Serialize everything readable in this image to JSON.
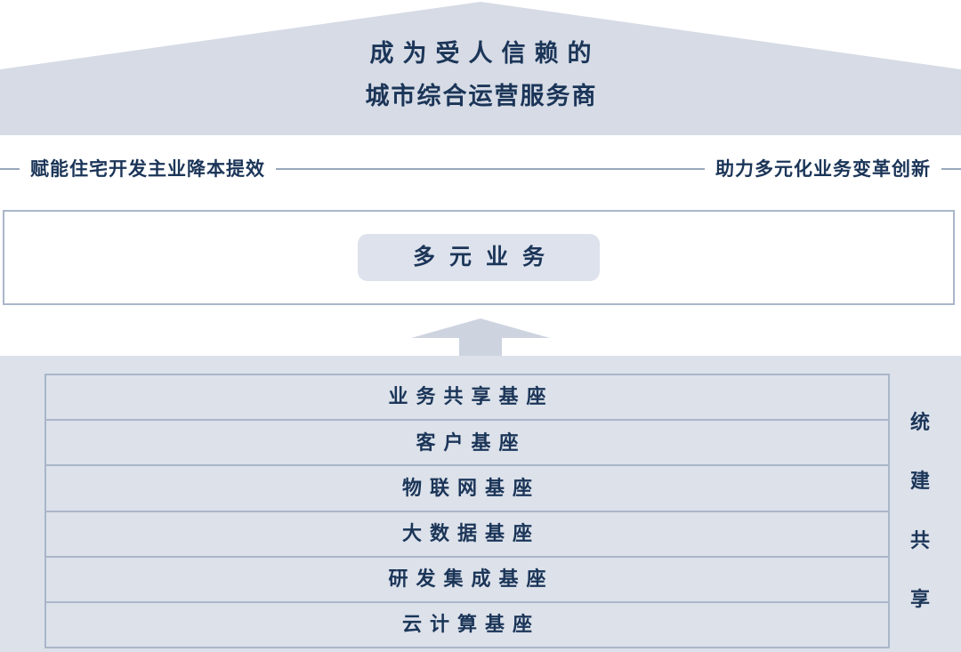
{
  "roof": {
    "title_line_1": "成为受人信赖的",
    "title_line_2": "城市综合运营服务商",
    "fill_color": "#d6dbe5"
  },
  "slogan_band": {
    "left_text": "赋能住宅开发主业降本提效",
    "right_text": "助力多元化业务变革创新",
    "rule_color": "#9aa8bd"
  },
  "middle_box": {
    "pill_label": "多元业务",
    "border_color": "#aab6c9",
    "pill_fill": "#dde2ec"
  },
  "arrow": {
    "name": "up-arrow",
    "fill_color": "#cdd4e0"
  },
  "foundation": {
    "background_color": "#dce1ea",
    "border_color": "#aab6c9",
    "rows": [
      {
        "label": "业务共享基座"
      },
      {
        "label": "客户基座"
      },
      {
        "label": "物联网基座"
      },
      {
        "label": "大数据基座"
      },
      {
        "label": "研发集成基座"
      },
      {
        "label": "云计算基座"
      }
    ],
    "side_label_chars": [
      "统",
      "建",
      "共",
      "享"
    ]
  },
  "text_color": "#1b3558"
}
